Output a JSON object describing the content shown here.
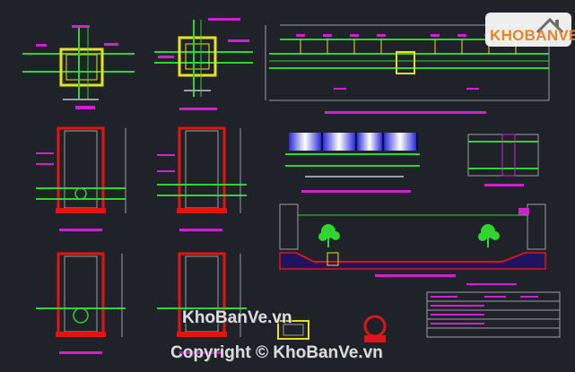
{
  "app": {
    "background": "#1f2229",
    "colors": {
      "green": "#2fd62f",
      "magenta": "#d21fd2",
      "yellow": "#e8e21a",
      "red": "#e01414",
      "grey": "#9aa0a6",
      "cyan": "#35d6e6",
      "blue": "#2a2ad8",
      "white": "#e9ecef"
    }
  },
  "logo": {
    "text": "KHOBANVE",
    "icon": "house-icon"
  },
  "watermark": {
    "site": "KhoBanVe.vn",
    "copyright": "Copyright © KhoBanVe.vn"
  }
}
